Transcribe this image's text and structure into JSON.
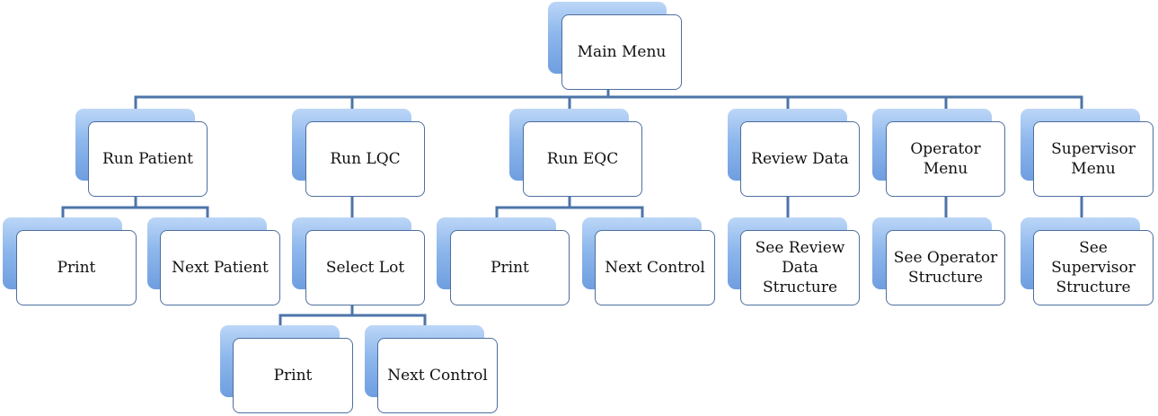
{
  "colors": {
    "connector": "#4d74a8",
    "shadow": "#8db7ec",
    "border": "#4d6f9e"
  },
  "nodes": {
    "main": "Main Menu",
    "run_patient": "Run Patient",
    "run_lqc": "Run LQC",
    "run_eqc": "Run EQC",
    "review_data": "Review Data",
    "operator_menu": "Operator\nMenu",
    "supervisor_menu": "Supervisor\nMenu",
    "patient_print": "Print",
    "next_patient": "Next Patient",
    "select_lot": "Select Lot",
    "eqc_print": "Print",
    "eqc_next_control": "Next Control",
    "see_review": "See Review\nData\nStructure",
    "see_operator": "See Operator\nStructure",
    "see_supervisor": "See\nSupervisor\nStructure",
    "lot_print": "Print",
    "lot_next_control": "Next Control"
  }
}
